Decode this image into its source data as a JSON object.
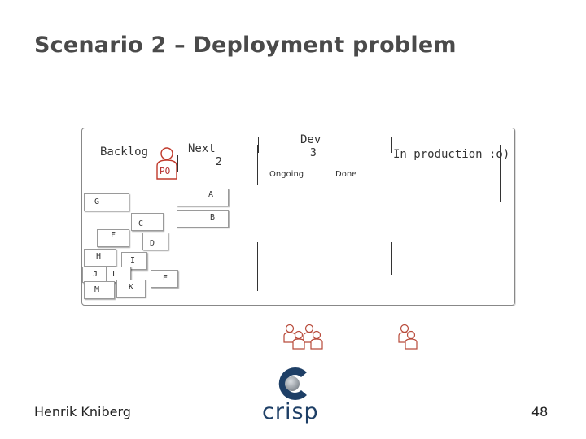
{
  "slide": {
    "title": "Scenario 2 – Deployment problem",
    "author": "Henrik Kniberg",
    "page_number": "48",
    "logo_text": "crisp"
  },
  "board": {
    "columns": {
      "backlog": "Backlog",
      "next": "Next",
      "next_limit": "2",
      "dev": "Dev",
      "dev_limit": "3",
      "dev_ongoing": "Ongoing",
      "dev_done": "Done",
      "production": "In production :o)"
    },
    "po_badge": "PO",
    "cards": {
      "G": "G",
      "C": "C",
      "F": "F",
      "D": "D",
      "H": "H",
      "I": "I",
      "J": "J",
      "L": "L",
      "M": "M",
      "K": "K",
      "E": "E",
      "A": "A",
      "B": "B"
    }
  },
  "icons": {
    "po": "person-icon",
    "dev_team": "team-icon",
    "ops": "person-icon"
  },
  "colors": {
    "title": "#4a4a4a",
    "logo_navy": "#1e3f66",
    "logo_gray": "#8a8f96",
    "po_red": "#b52b2b",
    "person_outline": "#c0392b"
  }
}
